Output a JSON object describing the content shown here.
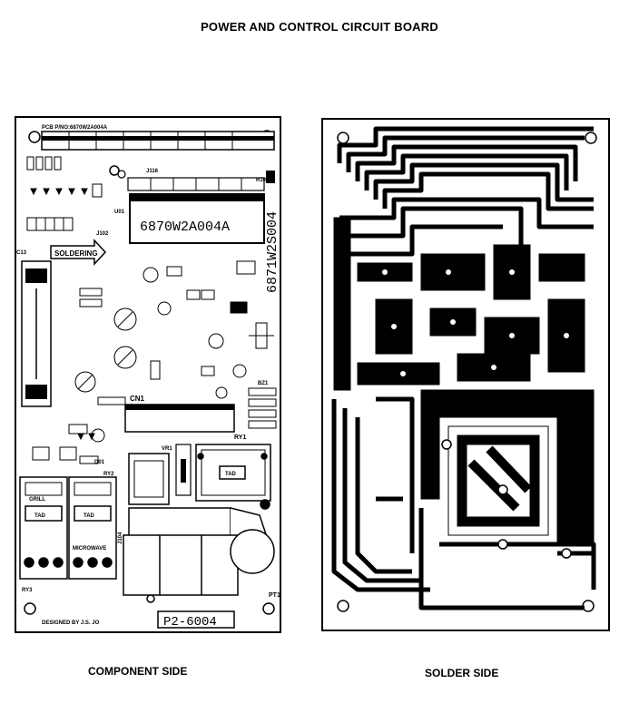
{
  "page": {
    "title": "POWER AND CONTROL CIRCUIT BOARD",
    "caption_component": "COMPONENT SIDE",
    "caption_solder": "SOLDER SIDE"
  },
  "component_side": {
    "pcb_pno": "PCB P/NO:6870W2A004A",
    "ic_part_number": "6870W2A004A",
    "vertical_part_number": "6871W2S004",
    "board_number": "P2-6004",
    "designed_by": "DESIGNED BY J.S. JO",
    "soldering_arrow": "SOLDERING",
    "labels": {
      "cn1": "CN1",
      "ry1": "RY1",
      "ry2": "RY2",
      "ry3": "RY3",
      "pt1": "PT1",
      "vr1": "VR1",
      "u01": "U01",
      "j116": "J116",
      "j102": "J102",
      "bz1": "BZ1",
      "grill": "GRILL",
      "microwave": "MICROWAVE",
      "relay_text": "TAD",
      "j104": "J104",
      "c13": "C13",
      "d01": "D01",
      "r10": "R10"
    }
  },
  "colors": {
    "ink": "#000000",
    "paper": "#ffffff"
  }
}
